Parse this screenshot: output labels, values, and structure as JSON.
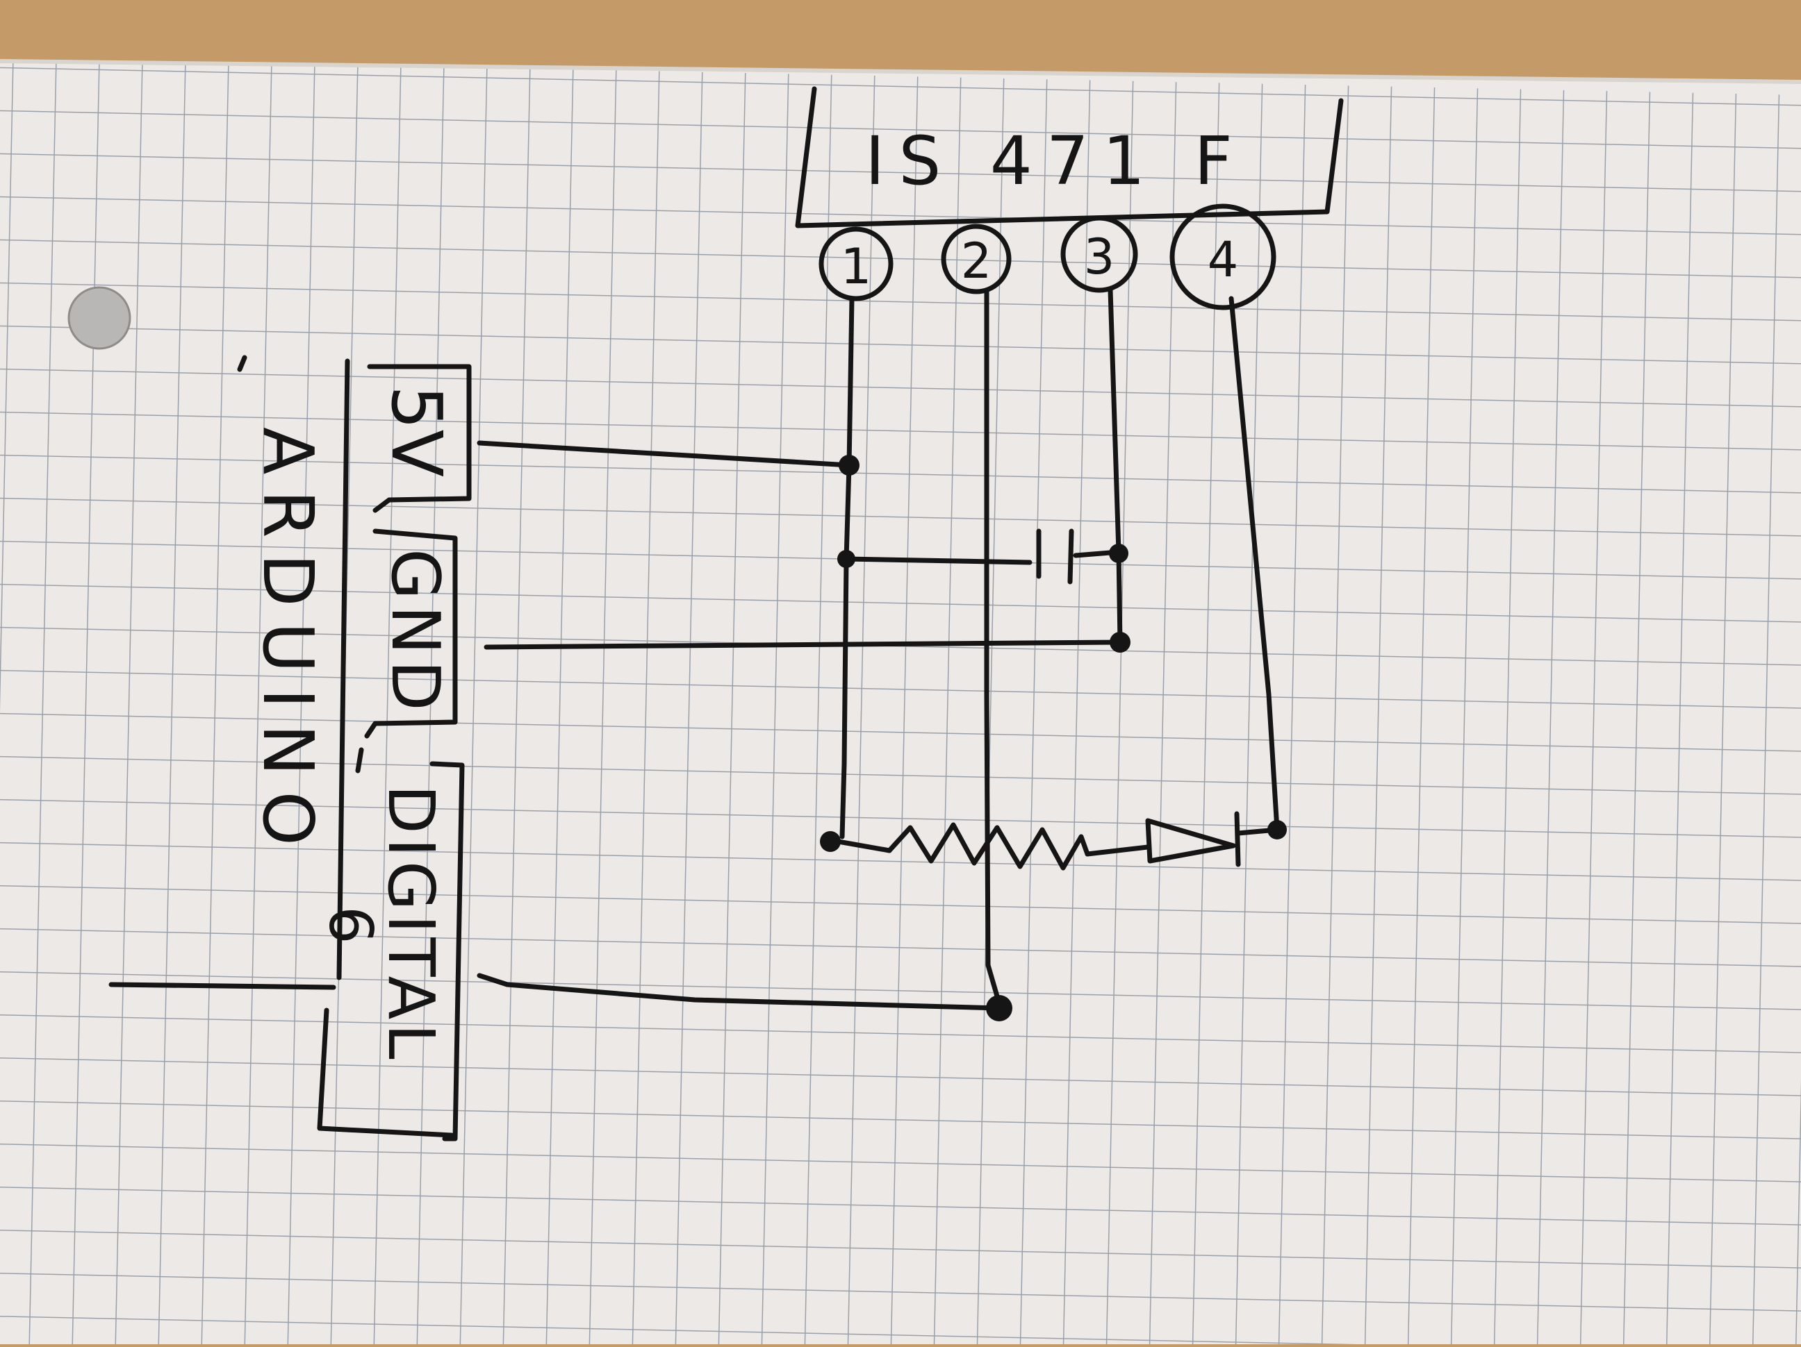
{
  "colors": {
    "table": "#c49a68",
    "paper": "#ece9e6",
    "grid": "#9aa0aa",
    "ink": "#151515",
    "hole": "#b9b7b5"
  },
  "chip": {
    "label": "IS 471 F",
    "pins": [
      "1",
      "2",
      "3",
      "4"
    ]
  },
  "arduino": {
    "label": "ARDUINO",
    "pin_5v": "5V",
    "pin_gnd": "GND",
    "pin_digital": "DIGITAL",
    "pin_digital_number": "6"
  },
  "components": [
    "capacitor",
    "resistor",
    "diode"
  ]
}
